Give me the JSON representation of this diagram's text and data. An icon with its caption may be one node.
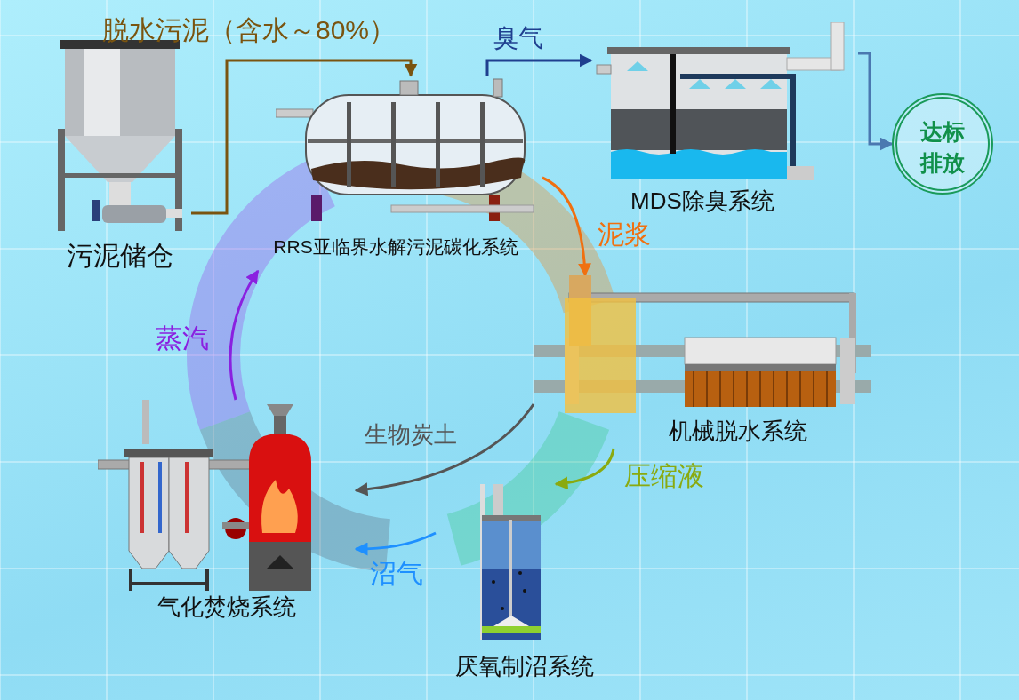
{
  "diagram": {
    "nodes": [
      {
        "text": [
          "污泥储仓"
        ]
      },
      {
        "text": [
          "RRS亚临界水解污泥碳化系统"
        ]
      },
      {
        "text": [
          "MDS除臭系统"
        ]
      },
      {
        "text": [
          "达标排放"
        ]
      },
      {
        "text": [
          "机械脱水系统"
        ]
      },
      {
        "text": [
          "厌氧制沼系统"
        ]
      },
      {
        "text": [
          "气化焚烧系统"
        ]
      }
    ],
    "edges": [
      {
        "from": 0,
        "to": 1,
        "arrow": "to",
        "label": "脱水污泥（含水～80%）",
        "color": "#7a5410"
      },
      {
        "from": 1,
        "to": 2,
        "arrow": "to",
        "label": "臭气",
        "color": "#1f3f8f"
      },
      {
        "from": 2,
        "to": 3,
        "arrow": "to",
        "color": "#4a78b0"
      },
      {
        "from": 1,
        "to": 4,
        "arrow": "to",
        "label": "泥浆",
        "color": "#f07010"
      },
      {
        "from": 4,
        "to": 6,
        "arrow": "to",
        "label": "生物炭土",
        "color": "#555555"
      },
      {
        "from": 4,
        "to": 5,
        "arrow": "to",
        "label": "压缩液",
        "color": "#8aaa10"
      },
      {
        "from": 5,
        "to": 6,
        "arrow": "to",
        "label": "沼气",
        "color": "#1e90ff"
      },
      {
        "from": 6,
        "to": 1,
        "arrow": "to",
        "label": "蒸汽",
        "color": "#8a20e0"
      }
    ]
  }
}
